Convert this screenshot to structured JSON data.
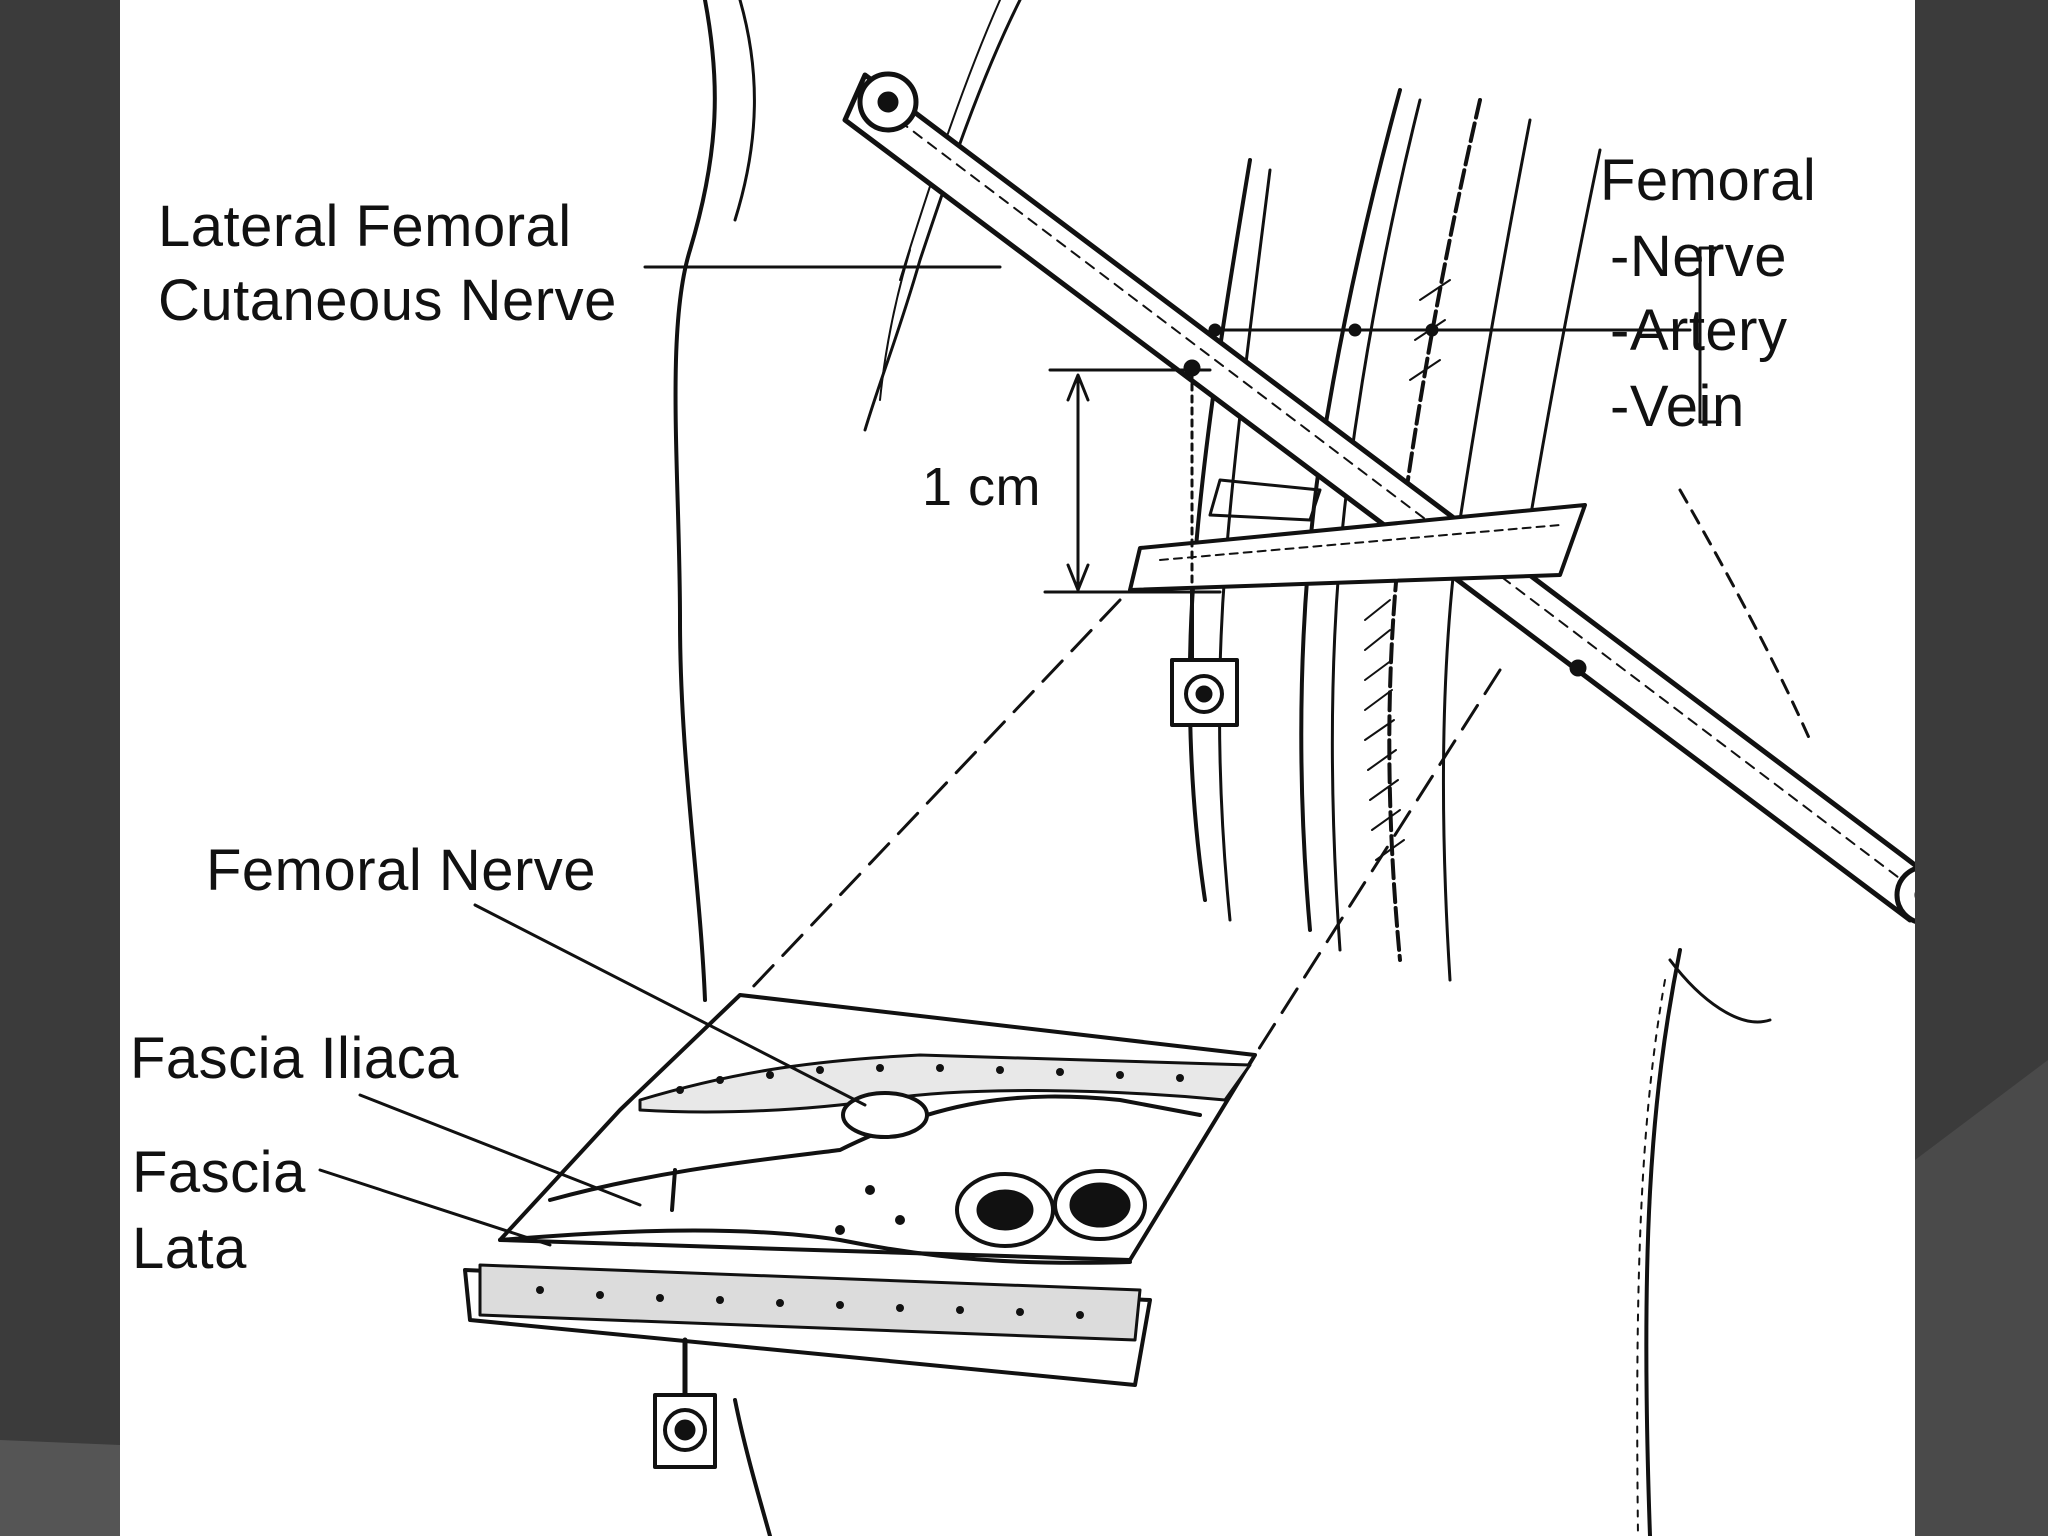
{
  "labels": {
    "lateral_line1": "Lateral Femoral",
    "lateral_line2": "Cutaneous Nerve",
    "femoral_header": "Femoral",
    "femoral_nerve": "-Nerve",
    "femoral_artery": "-Artery",
    "femoral_vein": "-Vein",
    "distance": "1 cm",
    "inset_femoral_nerve": "Femoral Nerve",
    "fascia_iliaca": "Fascia Iliaca",
    "fascia_lata_line1": "Fascia",
    "fascia_lata_line2": "Lata"
  },
  "colors": {
    "slide_background": "#3a3a3a",
    "figure_background": "#ffffff",
    "ink": "#111111"
  }
}
